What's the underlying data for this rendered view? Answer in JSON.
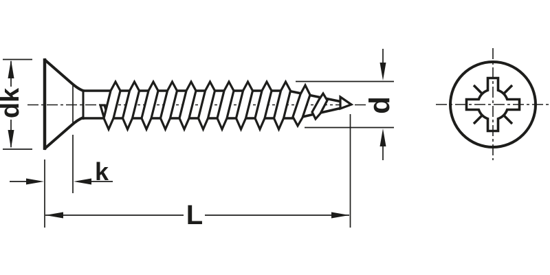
{
  "drawing": {
    "type": "screw-dimension-diagram",
    "views": {
      "side_view": "countersunk-screw-side",
      "front_view": "pozidriv-recess-front"
    },
    "labels": {
      "dk": "dk",
      "k": "k",
      "L": "L",
      "d": "d"
    },
    "colors": {
      "line": "#1d1d1b",
      "background": "#ffffff"
    }
  }
}
